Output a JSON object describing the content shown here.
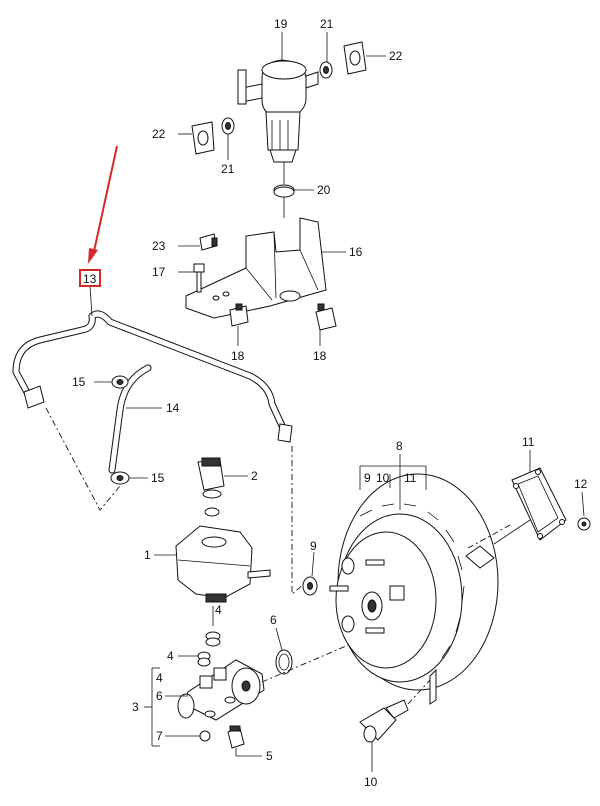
{
  "callouts": {
    "c1": "1",
    "c2": "2",
    "c3": "3",
    "c4a": "4",
    "c4b": "4",
    "c4c": "4",
    "c5": "5",
    "c6a": "6",
    "c6b": "6",
    "c7": "7",
    "c8": "8",
    "c9a": "9",
    "c9b": "9",
    "c10a": "10",
    "c10b": "10",
    "c11a": "11",
    "c11b": "11",
    "c12": "12",
    "c13": "13",
    "c14": "14",
    "c15a": "15",
    "c15b": "15",
    "c16": "16",
    "c17": "17",
    "c18a": "18",
    "c18b": "18",
    "c19": "19",
    "c20": "20",
    "c21a": "21",
    "c21b": "21",
    "c22a": "22",
    "c22b": "22",
    "c23": "23"
  },
  "colors": {
    "highlight": "#d62828",
    "line": "#111111",
    "background": "#ffffff"
  }
}
